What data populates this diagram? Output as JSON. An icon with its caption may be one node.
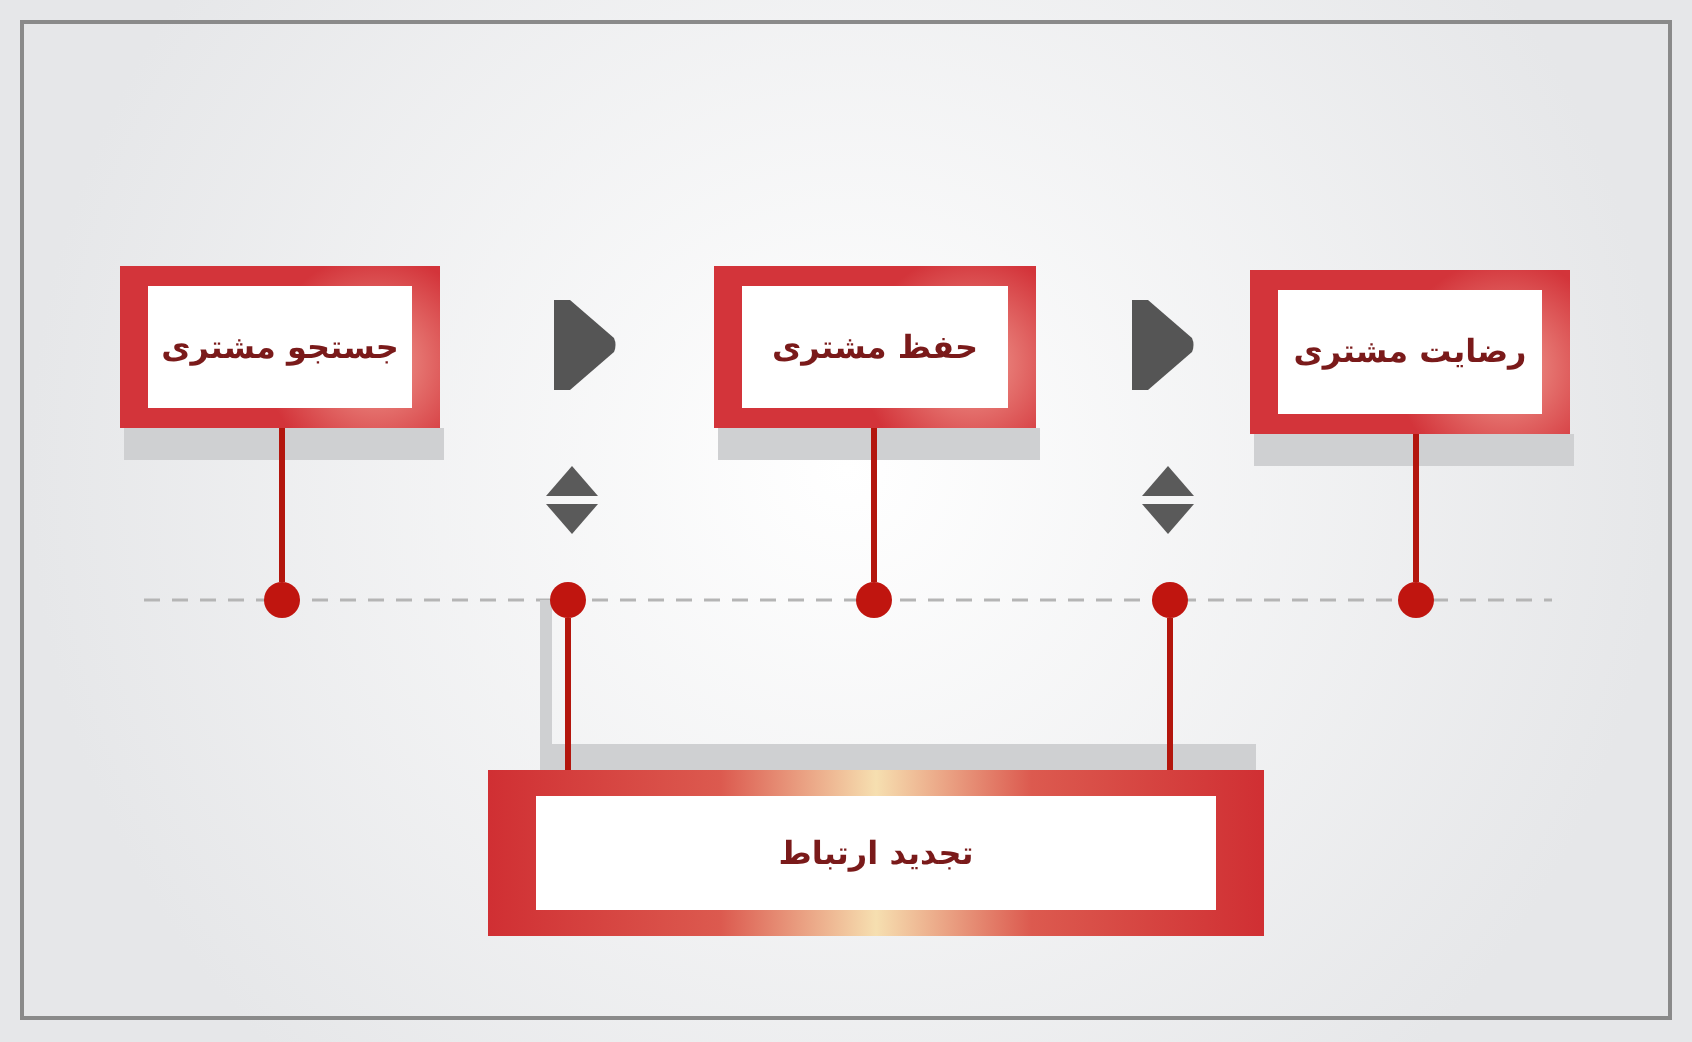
{
  "diagram": {
    "nodes": [
      {
        "text": [
          "جستجو مشتری"
        ]
      },
      {
        "text": [
          "حفظ مشتری"
        ]
      },
      {
        "text": [
          "رضایت مشتری"
        ]
      },
      {
        "text": [],
        "shape": "circle"
      },
      {
        "text": [],
        "shape": "circle"
      },
      {
        "text": [],
        "shape": "circle"
      },
      {
        "text": [],
        "shape": "circle"
      },
      {
        "text": [],
        "shape": "circle"
      },
      {
        "text": [
          "تجدید ارتباط"
        ]
      }
    ],
    "edges": [
      {
        "from": 0,
        "to": 3,
        "arrow": "none"
      },
      {
        "from": 1,
        "to": 5,
        "arrow": "none"
      },
      {
        "from": 2,
        "to": 7,
        "arrow": "none"
      },
      {
        "from": 8,
        "to": 4,
        "arrow": "none"
      },
      {
        "from": 8,
        "to": 6,
        "arrow": "none"
      }
    ]
  }
}
